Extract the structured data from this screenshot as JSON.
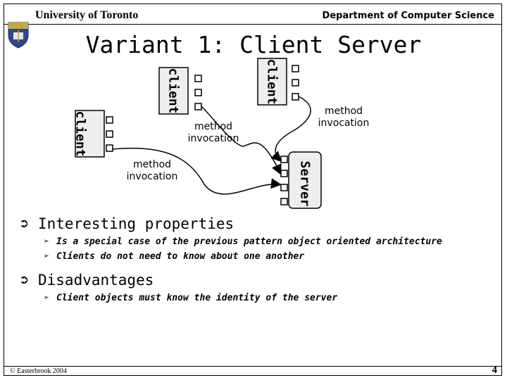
{
  "header": {
    "university": "University of Toronto",
    "department": "Department of Computer Science"
  },
  "title": "Variant 1: Client Server",
  "diagram": {
    "client_label": "client",
    "server_label": "Server",
    "method_label_line1": "method",
    "method_label_line2": "invocation"
  },
  "bullets": [
    {
      "text": "Interesting properties",
      "subitems": [
        "Is a special case of the previous pattern object oriented architecture",
        "Clients do not need to know about one another"
      ]
    },
    {
      "text": "Disadvantages",
      "subitems": [
        "Client objects must know the identity of the server"
      ]
    }
  ],
  "footer": {
    "copyright": "© Easterbrook 2004",
    "page_number": "4"
  },
  "icons": {
    "bullet": "curved-arrow-icon",
    "subbullet": "pointing-arrow-icon",
    "crest": "university-crest-icon"
  }
}
